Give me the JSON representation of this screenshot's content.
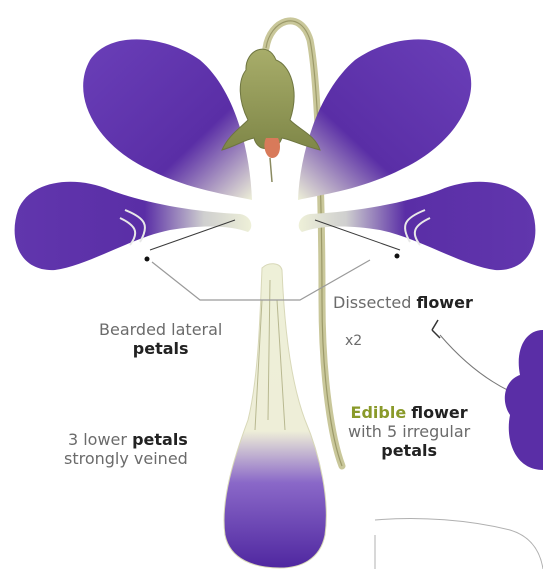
{
  "labels": {
    "bearded_line1": "Bearded lateral",
    "bearded_line2": "petals",
    "dissected_prefix": "Dissected",
    "dissected_bold": "flower",
    "magnification": "x2",
    "lower_prefix": "3 lower",
    "lower_bold": "petals",
    "lower_line2": "strongly veined",
    "edible_green": "Edible",
    "edible_bold": "flower",
    "edible_line2": "with 5 irregular",
    "edible_line3": "petals"
  },
  "colors": {
    "petal_purple": "#5a2ea6",
    "petal_light": "#7b52c2",
    "petal_base": "#eef0d8",
    "stem": "#c9c79a",
    "sepal_green": "#9aa060"
  }
}
